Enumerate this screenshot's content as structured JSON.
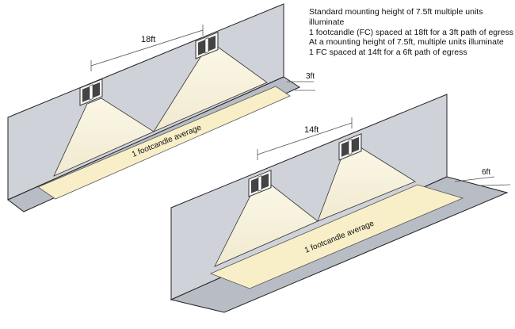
{
  "notes": {
    "standard_line1": "Standard mounting height of 7.5ft multiple units illuminate",
    "standard_line2": "1 footcandle (FC)  spaced at 18ft for a 3ft path of egress",
    "alt_line1": "At a mounting height of 7.5ft, multiple units illuminate",
    "alt_line2": "1 FC spaced at 14ft for a 6ft path of egress"
  },
  "scene_top": {
    "spacing_label": "18ft",
    "path_width_label": "3ft",
    "floor_label": "1 footcandle average"
  },
  "scene_bottom": {
    "spacing_label": "14ft",
    "path_width_label": "6ft",
    "floor_label": "1 footcandle average"
  },
  "colors": {
    "wall": "#cfd2d8",
    "floor": "#b8bcc4",
    "light_cone": "#f6f1da",
    "lit_path": "#f8efc8",
    "outline": "#222222",
    "fixture": "#333333"
  },
  "icons": [
    "emergency-light-fixture-icon"
  ]
}
